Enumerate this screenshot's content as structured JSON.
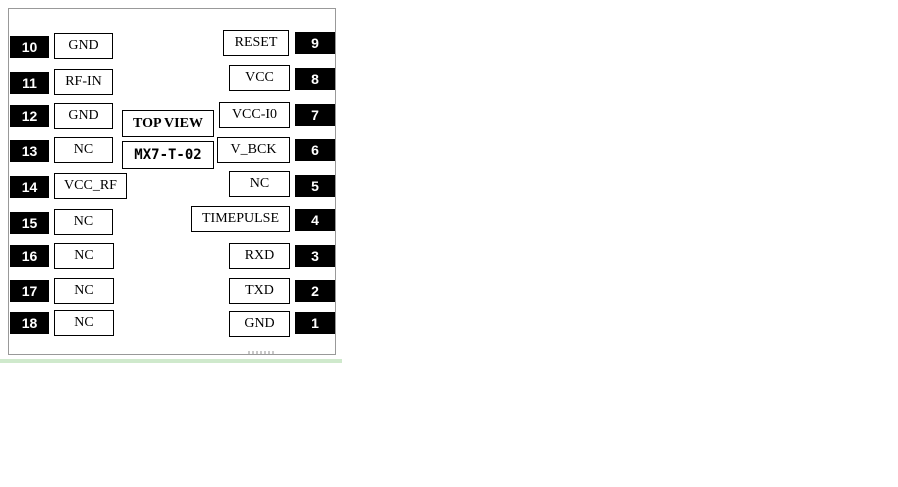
{
  "diagram": {
    "title": "TOP VIEW",
    "model": "MX7-T-02",
    "left_pins": [
      {
        "number": "10",
        "label": "GND"
      },
      {
        "number": "11",
        "label": "RF-IN"
      },
      {
        "number": "12",
        "label": "GND"
      },
      {
        "number": "13",
        "label": "NC"
      },
      {
        "number": "14",
        "label": "VCC_RF"
      },
      {
        "number": "15",
        "label": "NC"
      },
      {
        "number": "16",
        "label": "NC"
      },
      {
        "number": "17",
        "label": "NC"
      },
      {
        "number": "18",
        "label": "NC"
      }
    ],
    "right_pins": [
      {
        "number": "9",
        "label": "RESET"
      },
      {
        "number": "8",
        "label": "VCC"
      },
      {
        "number": "7",
        "label": "VCC-I0"
      },
      {
        "number": "6",
        "label": "V_BCK"
      },
      {
        "number": "5",
        "label": "NC"
      },
      {
        "number": "4",
        "label": "TIMEPULSE"
      },
      {
        "number": "3",
        "label": "RXD"
      },
      {
        "number": "2",
        "label": "TXD"
      },
      {
        "number": "1",
        "label": "GND"
      }
    ],
    "colors": {
      "pin_fill": "#000000",
      "pin_text": "#ffffff",
      "border": "#000000",
      "frame": "#999999",
      "accent_line": "#cfe9cc"
    }
  }
}
